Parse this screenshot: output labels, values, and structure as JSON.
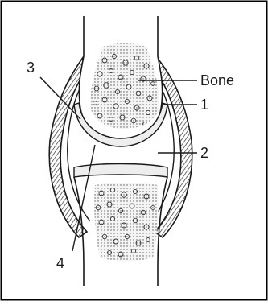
{
  "labels": {
    "bone": "Bone",
    "one": "1",
    "two": "2",
    "three": "3",
    "four": "4"
  },
  "colors": {
    "ink": "#1a1a1a",
    "frame": "#000000",
    "bone_fill": "#ffffff",
    "capsule_fill": "#d6d6d6",
    "cartilage_fill": "#eeeeee"
  }
}
